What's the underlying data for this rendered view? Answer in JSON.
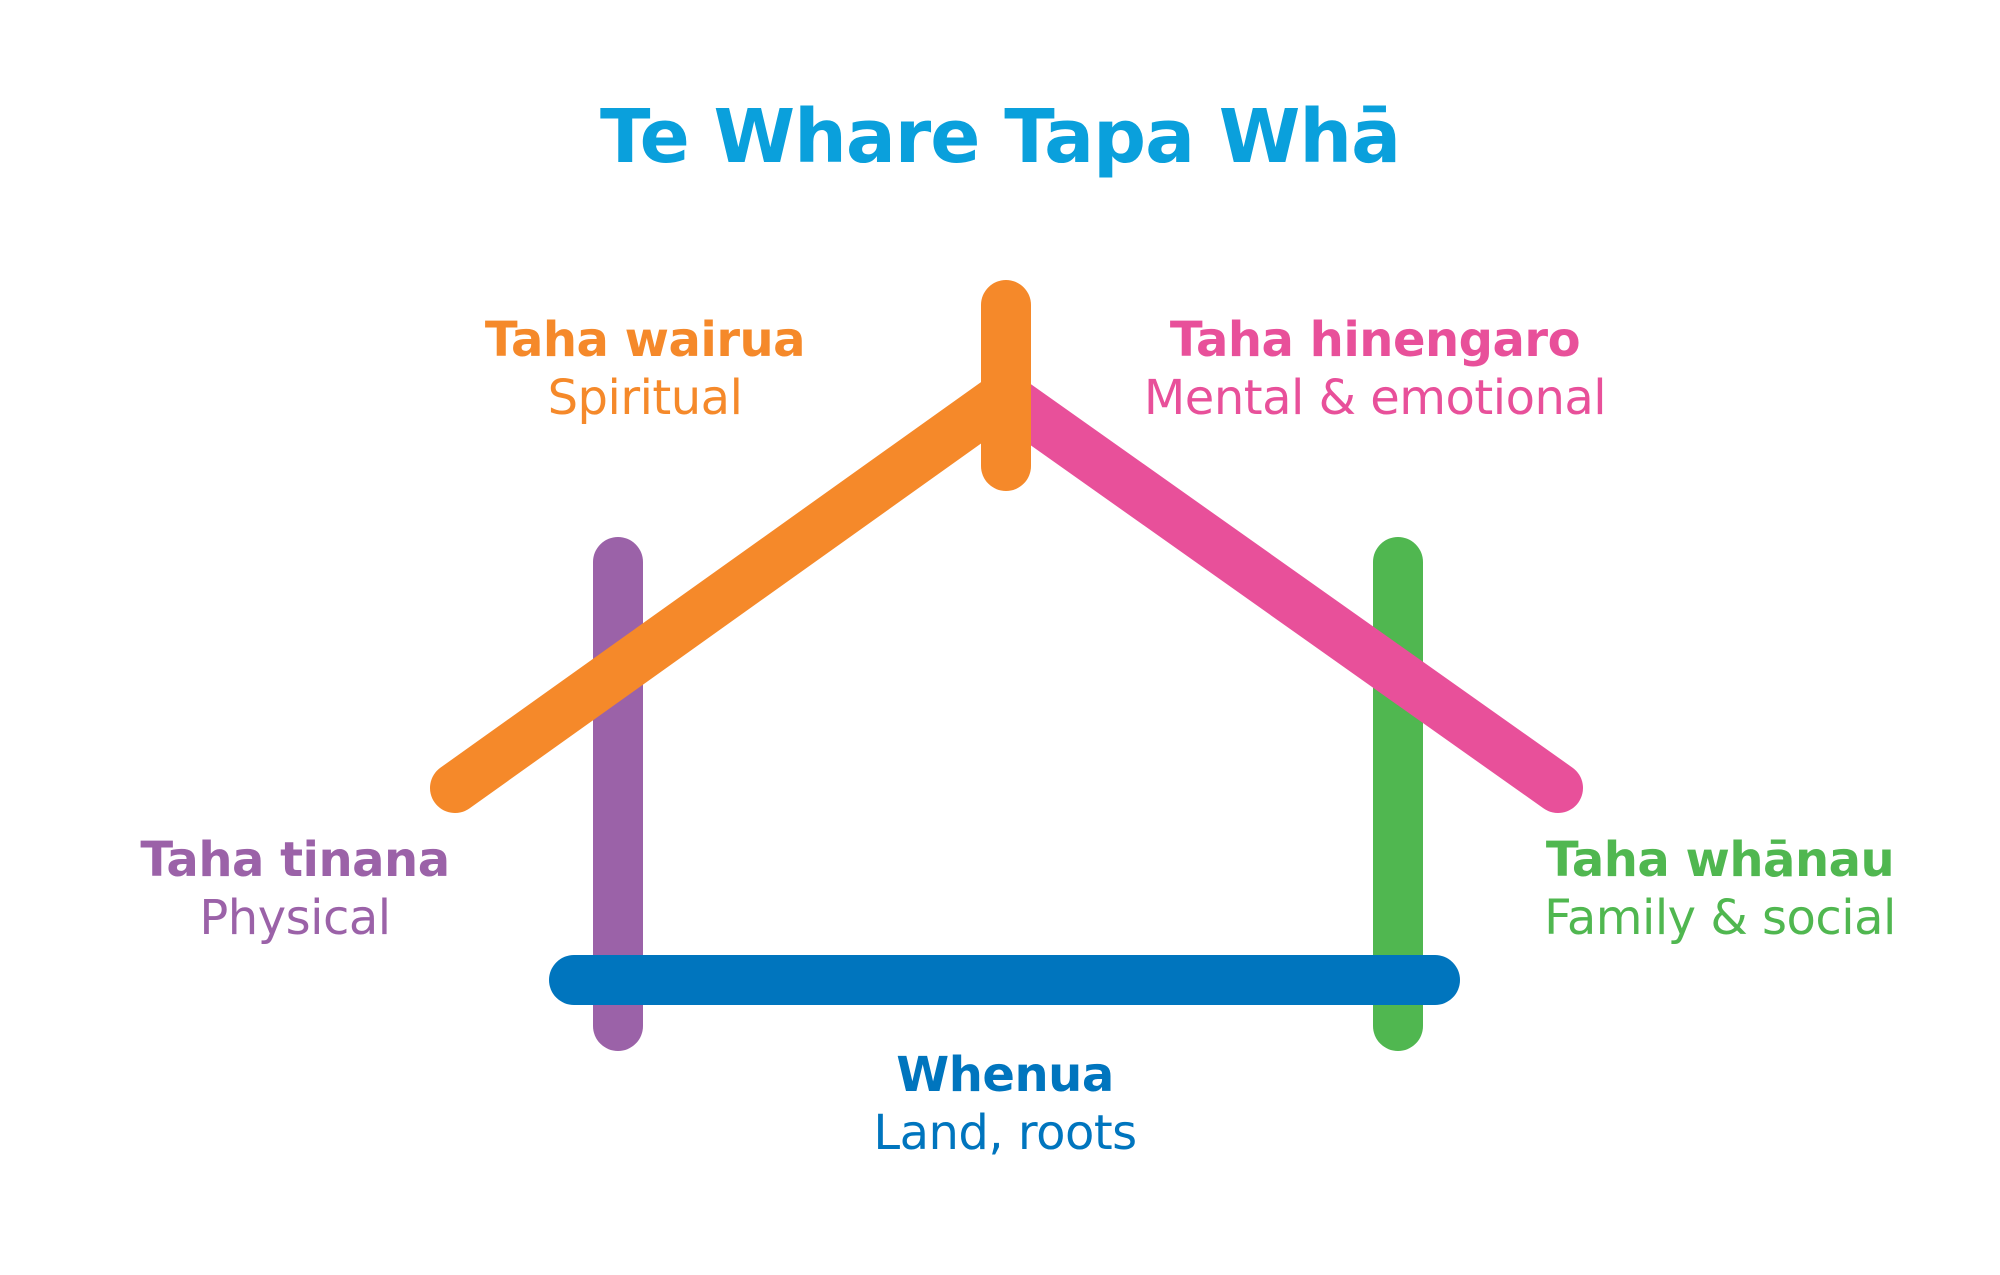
{
  "title": {
    "text": "Te Whare Tapa Whā",
    "color": "#0aa0dc"
  },
  "dimensions": [
    {
      "id": "wairua",
      "name": "Taha wairua",
      "description": "Spiritual",
      "color": "#f5892a",
      "part": "roof-left"
    },
    {
      "id": "hinengaro",
      "name": "Taha hinengaro",
      "description": "Mental & emotional",
      "color": "#e8509a",
      "part": "roof-right"
    },
    {
      "id": "tinana",
      "name": "Taha tinana",
      "description": "Physical",
      "color": "#9b62a8",
      "part": "wall-left"
    },
    {
      "id": "whanau",
      "name": "Taha whānau",
      "description": "Family & social",
      "color": "#50b750",
      "part": "wall-right"
    },
    {
      "id": "whenua",
      "name": "Whenua",
      "description": "Land, roots",
      "color": "#0075be",
      "part": "foundation"
    }
  ]
}
